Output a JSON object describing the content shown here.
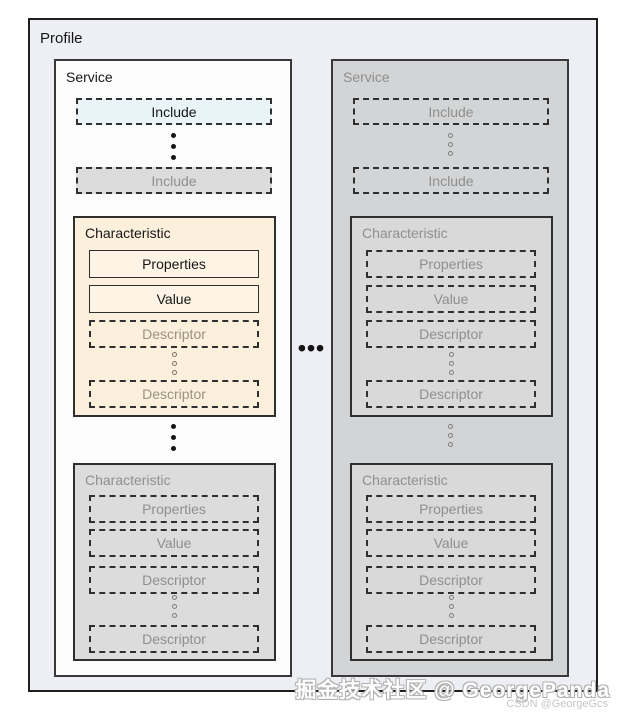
{
  "diagram": {
    "profile_label": "Profile",
    "horizontal_ellipsis": "•••"
  },
  "services": [
    {
      "label": "Service",
      "includes": [
        "Include",
        "Include"
      ],
      "characteristics": [
        {
          "label": "Characteristic",
          "properties_label": "Properties",
          "value_label": "Value",
          "descriptors": [
            "Descriptor",
            "Descriptor"
          ]
        },
        {
          "label": "Characteristic",
          "properties_label": "Properties",
          "value_label": "Value",
          "descriptors": [
            "Descriptor",
            "Descriptor"
          ]
        }
      ]
    },
    {
      "label": "Service",
      "includes": [
        "Include",
        "Include"
      ],
      "characteristics": [
        {
          "label": "Characteristic",
          "properties_label": "Properties",
          "value_label": "Value",
          "descriptors": [
            "Descriptor",
            "Descriptor"
          ]
        },
        {
          "label": "Characteristic",
          "properties_label": "Properties",
          "value_label": "Value",
          "descriptors": [
            "Descriptor",
            "Descriptor"
          ]
        }
      ]
    }
  ],
  "colors": {
    "profile_bg": "#edeff4",
    "service_active_bg": "#fdfdfd",
    "service_muted_bg": "#d3d4d5",
    "include_highlight_bg": "#e8f4f8",
    "include_muted_bg": "#dcdcdc",
    "characteristic_highlight_bg": "#fcf0dd",
    "characteristic_muted_bg": "#dcdcdc",
    "border_dark": "#2f2f2f",
    "text_dark": "#161616",
    "text_muted": "#8f8f8f"
  },
  "watermark": {
    "main": "掘金技术社区 @ GeorgePanda",
    "sub": "CSDN @GeorgeGcs"
  }
}
